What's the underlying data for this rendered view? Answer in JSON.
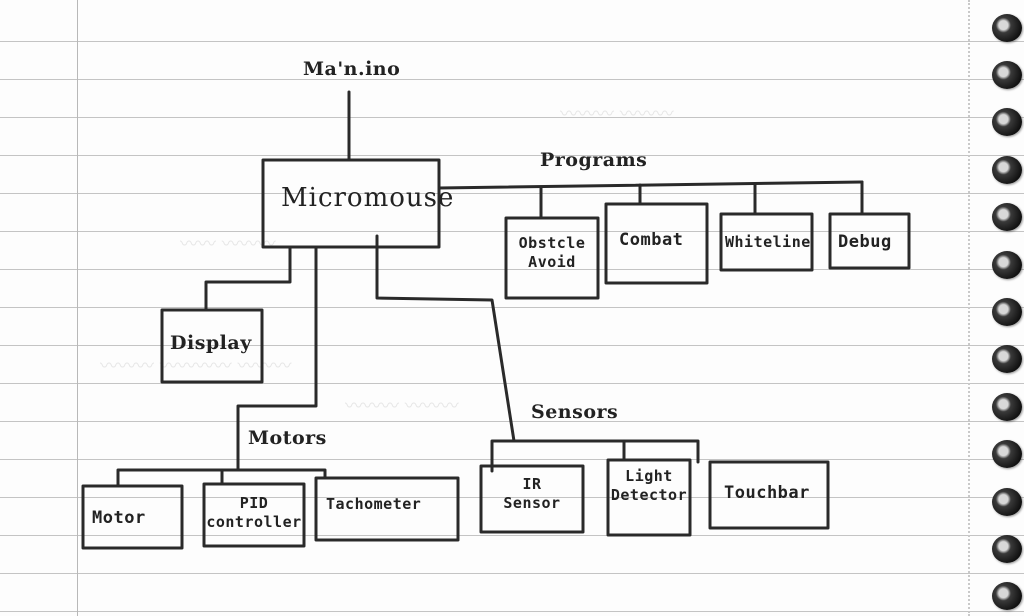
{
  "diagram": {
    "root_file": "Ma'n.ino",
    "main_module": "Micromouse",
    "groups": {
      "programs": "Programs",
      "motors": "Motors",
      "sensors": "Sensors"
    },
    "programs": {
      "obstacle_avoid": {
        "line1": "Obstcle",
        "line2": "Avoid"
      },
      "combat": "Combat",
      "whiteline": "Whiteline",
      "debug": "Debug"
    },
    "display": "Display",
    "motors": {
      "motor": "Motor",
      "pid": {
        "line1": "PID",
        "line2": "controller"
      },
      "tachometer": "Tachometer"
    },
    "sensors": {
      "ir": {
        "line1": "IR",
        "line2": "Sensor"
      },
      "light": {
        "line1": "Light",
        "line2": "Detector"
      },
      "touchbar": "Touchbar"
    }
  },
  "notebook": {
    "paper_color": "#fdfdfd",
    "rule_color": "#969696",
    "ink_color": "#2a2a2a",
    "spiral_ring_count": 13
  }
}
